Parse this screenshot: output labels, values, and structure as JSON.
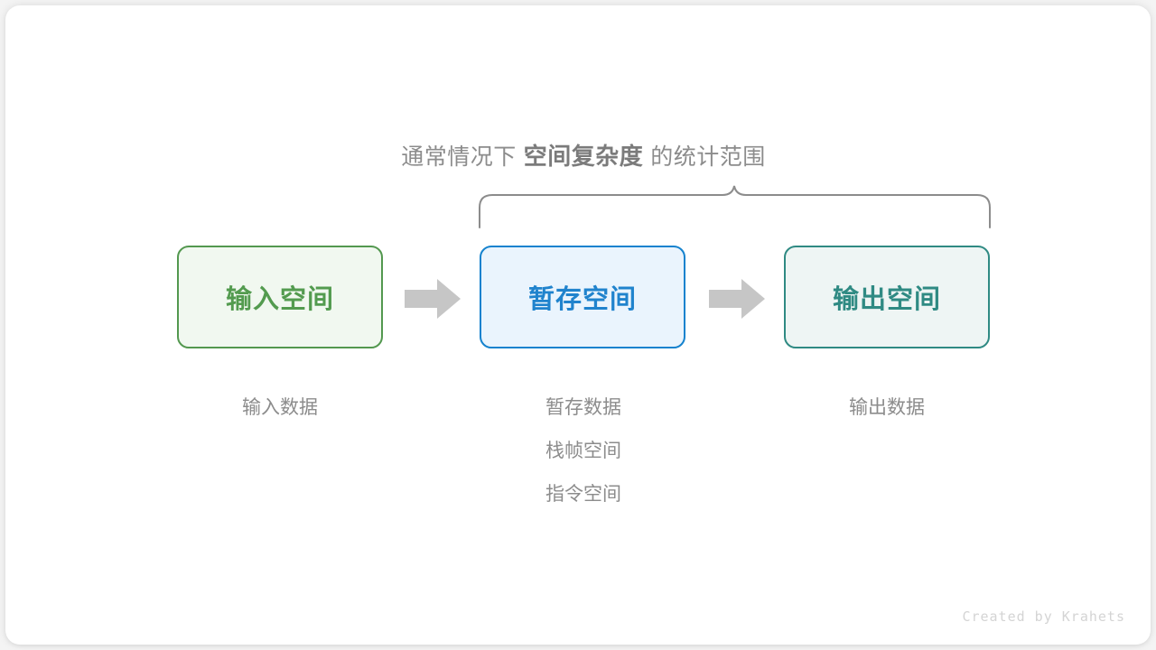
{
  "canvas": {
    "background": "#f4f4f4",
    "card_background": "#ffffff"
  },
  "caption": {
    "prefix": "通常情况下",
    "emphasis": "空间复杂度",
    "suffix": "的统计范围",
    "color": "#8c8c8c",
    "emphasis_color": "#7b7b7b"
  },
  "brace": {
    "name": "curly-brace",
    "color": "#8c8c8c",
    "spans": [
      "暂存空间",
      "输出空间"
    ]
  },
  "boxes": [
    {
      "id": "input-space",
      "label": "输入空间",
      "fill": "#f1f8f0",
      "border": "#53984f",
      "text_color": "#539b4f"
    },
    {
      "id": "temp-space",
      "label": "暂存空间",
      "fill": "#eaf4fd",
      "border": "#1482ce",
      "text_color": "#2083cd"
    },
    {
      "id": "output-space",
      "label": "输出空间",
      "fill": "#eef5f4",
      "border": "#2f8a83",
      "text_color": "#2f8a83"
    }
  ],
  "arrows": [
    {
      "id": "arrow-input-to-temp",
      "color": "#c6c6c6"
    },
    {
      "id": "arrow-temp-to-output",
      "color": "#c6c6c6"
    }
  ],
  "sublabels": {
    "input": [
      "输入数据"
    ],
    "temp": [
      "暂存数据",
      "栈帧空间",
      "指令空间"
    ],
    "output": [
      "输出数据"
    ],
    "color": "#8c8c8c"
  },
  "watermark": {
    "text": "Created by Krahets",
    "color": "#d4d4d4"
  }
}
